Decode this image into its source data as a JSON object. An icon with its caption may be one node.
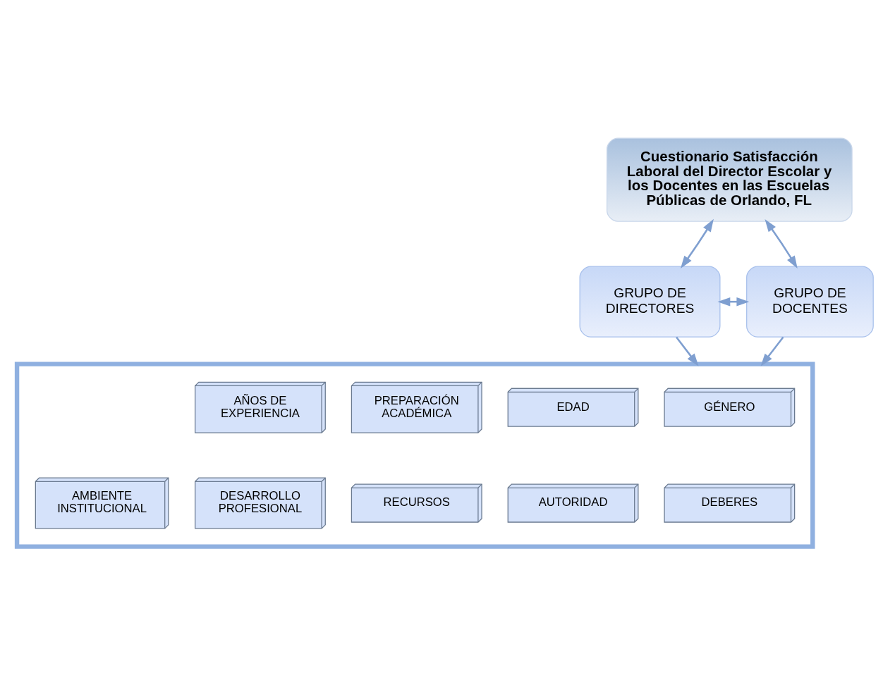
{
  "diagram": {
    "nodes": [
      {
        "text": [
          "Cuestionario Satisfacción Laboral del Director Escolar y los Docentes en las Escuelas Públicas de Orlando, FL"
        ]
      },
      {
        "text": [
          "GRUPO DE DIRECTORES"
        ]
      },
      {
        "text": [
          "GRUPO DE DOCENTES"
        ]
      },
      {
        "text": [],
        "shape": "box"
      },
      {
        "text": [
          "GÉNERO"
        ],
        "in": 3
      },
      {
        "text": [
          "EDAD"
        ],
        "in": 3
      },
      {
        "text": [
          "PREPARACIÓN ACADÉMICA"
        ],
        "in": 3
      },
      {
        "text": [
          "AÑOS DE EXPERIENCIA"
        ],
        "in": 3
      },
      {
        "text": [
          "DEBERES"
        ],
        "in": 3
      },
      {
        "text": [
          "AUTORIDAD"
        ],
        "in": 3
      },
      {
        "text": [
          "RECURSOS"
        ],
        "in": 3
      },
      {
        "text": [
          "DESARROLLO PROFESIONAL"
        ],
        "in": 3
      },
      {
        "text": [
          "AMBIENTE INSTITUCIONAL"
        ],
        "in": 3
      }
    ],
    "edges": [
      {
        "from": 1,
        "to": 2,
        "arrow": "both"
      },
      {
        "from": 1,
        "to": 0,
        "arrow": "both"
      },
      {
        "from": 2,
        "to": 0,
        "arrow": "both"
      },
      {
        "from": 1,
        "to": 3,
        "arrow": "to"
      },
      {
        "from": 2,
        "to": 3,
        "arrow": "to"
      }
    ]
  }
}
